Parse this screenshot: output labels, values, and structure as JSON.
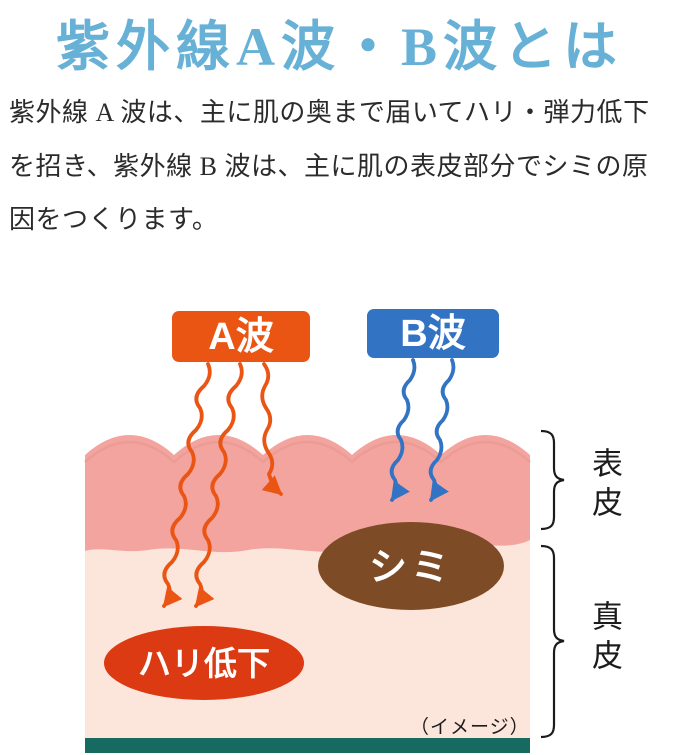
{
  "title": "紫外線A波・B波とは",
  "description": "紫外線 A 波は、主に肌の奥まで届いてハリ・弾力低下を招き、紫外線 B 波は、主に肌の表皮部分でシミの原因をつくります。",
  "diagram": {
    "uva": {
      "label": "A波"
    },
    "uvb": {
      "label": "B波"
    },
    "spot": {
      "label": "シミ"
    },
    "firmness": {
      "label": "ハリ低下"
    },
    "layers": {
      "epidermis": "表皮",
      "dermis": "真皮"
    },
    "caption": "（イメージ）",
    "colors": {
      "title": "#68b1d6",
      "uva": "#ea5514",
      "uvb": "#3273c4",
      "spot": "#7d4b26",
      "firmness": "#dc3a12",
      "epidermis": "#f3a49f",
      "epidermis_shade": "#eb9c95",
      "dermis": "#fce5da",
      "base": "#176a60"
    }
  }
}
